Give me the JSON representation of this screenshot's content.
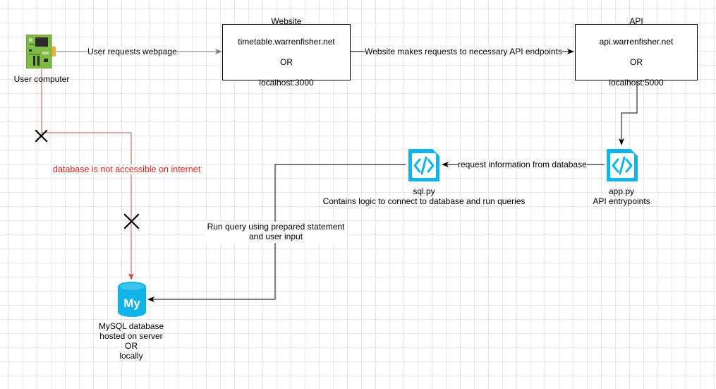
{
  "nodes": {
    "user_computer": {
      "label": "User computer",
      "icon": "circuit-board-icon"
    },
    "website": {
      "lines": [
        "Website",
        "timetable.warrenfisher.net",
        "OR",
        "localhost:3000"
      ]
    },
    "api": {
      "lines": [
        "API",
        "api.warrenfisher.net",
        "OR",
        "localhost:5000"
      ]
    },
    "app_py": {
      "label": "app.py\nAPI entrypoints",
      "icon": "code-file-icon"
    },
    "sql_py": {
      "label": "sql.py\nContains logic to connect to database and run queries",
      "icon": "code-file-icon"
    },
    "mysql": {
      "label": "MySQL database\nhosted on server\nOR\nlocally",
      "icon": "mysql-database-icon"
    }
  },
  "edges": {
    "user_to_website": "User requests webpage",
    "website_to_api": "Website makes requests to necessary API endpoints",
    "app_to_sql": "request information from database",
    "sql_to_mysql": "Run query using prepared statement\nand user input",
    "blocked": "database is not accessible on internet"
  },
  "colors": {
    "blocked_line": "#b85450",
    "blocked_text": "#e0231c",
    "icon_blue": "#10b4e8",
    "board_green": "#7fba42"
  }
}
